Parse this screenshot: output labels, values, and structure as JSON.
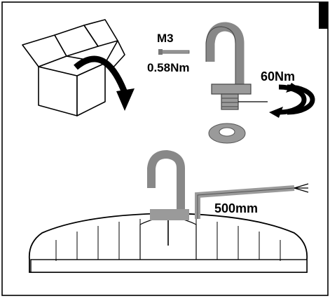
{
  "labels": {
    "screw_size": "M3",
    "screw_torque": "0.58Nm",
    "hook_torque": "60Nm",
    "cable_length": "500mm"
  },
  "colors": {
    "frame": "#000000",
    "part_fill": "#9a9a9a",
    "part_dark": "#6e6e6e",
    "fixture_fill": "#ffffff",
    "line": "#111111"
  },
  "icons": {
    "box": "open-box-icon",
    "rotate_arrow": "rotate-down-arrow-icon",
    "screw": "screw-icon",
    "hook": "hook-icon",
    "torque_arrow": "torque-rotation-icon",
    "washer": "washer-icon",
    "fixture": "highbay-fixture-icon",
    "cable": "cable-icon"
  }
}
